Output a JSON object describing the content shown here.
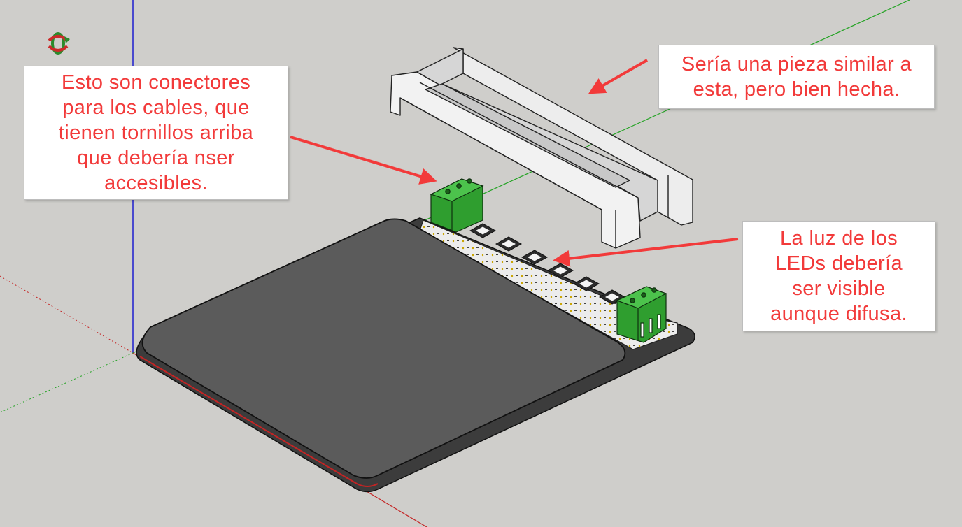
{
  "scene": {
    "background": "#cfcecb",
    "axis_colors": {
      "blue": "#1e1ed0",
      "green": "#24a324",
      "red": "#c42424"
    }
  },
  "toolbar": {
    "orbit_tool_icon": "orbit-icon"
  },
  "callouts": {
    "connectors": {
      "lines": [
        "Esto son conectores",
        "para los cables, que",
        "tienen tornillos arriba",
        "que debería nser",
        "accesibles."
      ]
    },
    "piece": {
      "lines": [
        "Sería una pieza similar a",
        "esta, pero bien hecha."
      ]
    },
    "leds": {
      "lines": [
        "La luz de los",
        "LEDs debería",
        "ser visible",
        "aunque difusa."
      ]
    },
    "text_color": "#f23a3a",
    "arrow_color": "#f23a3a"
  },
  "model": {
    "pad_color": "#5a5a5a",
    "connector_color": "#2f9e2f",
    "bracket_color": "#e7e7e7",
    "pcb_color": "#ececec",
    "led_count": 6
  }
}
